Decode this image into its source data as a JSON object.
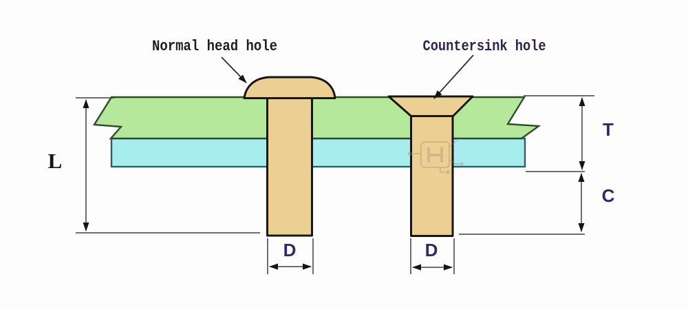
{
  "diagram": {
    "title_labels": {
      "normal_head": "Normal head hole",
      "countersink": "Countersink hole"
    },
    "dimensions": {
      "rivet_length": "L",
      "stack_thickness": "T",
      "clinch_allowance": "C",
      "diameter_left": "D",
      "diameter_right": "D"
    },
    "watermark_letter": "H",
    "colors": {
      "plate_top": "#b6e89c",
      "plate_top_edge": "#2e4c2a",
      "plate_bottom": "#a8edee",
      "plate_bottom_edge": "#2d5f62",
      "rivet": "#eccf92",
      "rivet_outline": "#161616",
      "dim_line": "#3f3f3f",
      "accent_navy": "#2b2b66",
      "text_dark": "#1e1e1e",
      "countersink_text": "#30214f",
      "watermark": "#8d8672"
    }
  }
}
